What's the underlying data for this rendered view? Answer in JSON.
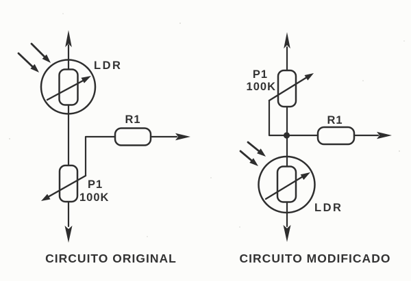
{
  "page": {
    "background_color": "#fcfcfa",
    "ink_color": "#2e2e2e",
    "text_color": "#333333"
  },
  "circuits": {
    "original": {
      "caption": "CIRCUITO ORIGINAL",
      "ldr": {
        "label": "LDR"
      },
      "potentiometer": {
        "ref": "P1",
        "value": "100K"
      },
      "resistor": {
        "ref": "R1"
      }
    },
    "modified": {
      "caption": "CIRCUITO MODIFICADO",
      "ldr": {
        "label": "LDR"
      },
      "potentiometer": {
        "ref": "P1",
        "value": "100K"
      },
      "resistor": {
        "ref": "R1"
      }
    }
  }
}
